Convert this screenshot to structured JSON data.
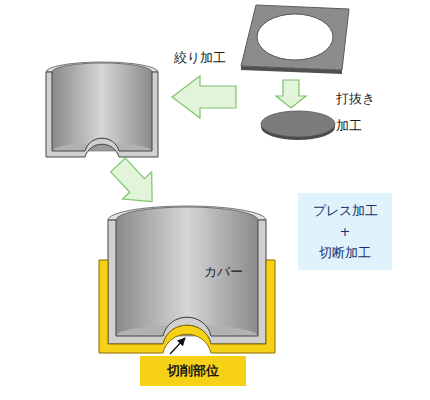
{
  "diagram": {
    "nodes": [
      {
        "text": [
          "プレス加工 + 切断加工"
        ]
      },
      {
        "text": [
          "切削部位"
        ]
      }
    ],
    "labels": [
      "絞り加工",
      "打抜き 加工",
      "カバー"
    ]
  }
}
